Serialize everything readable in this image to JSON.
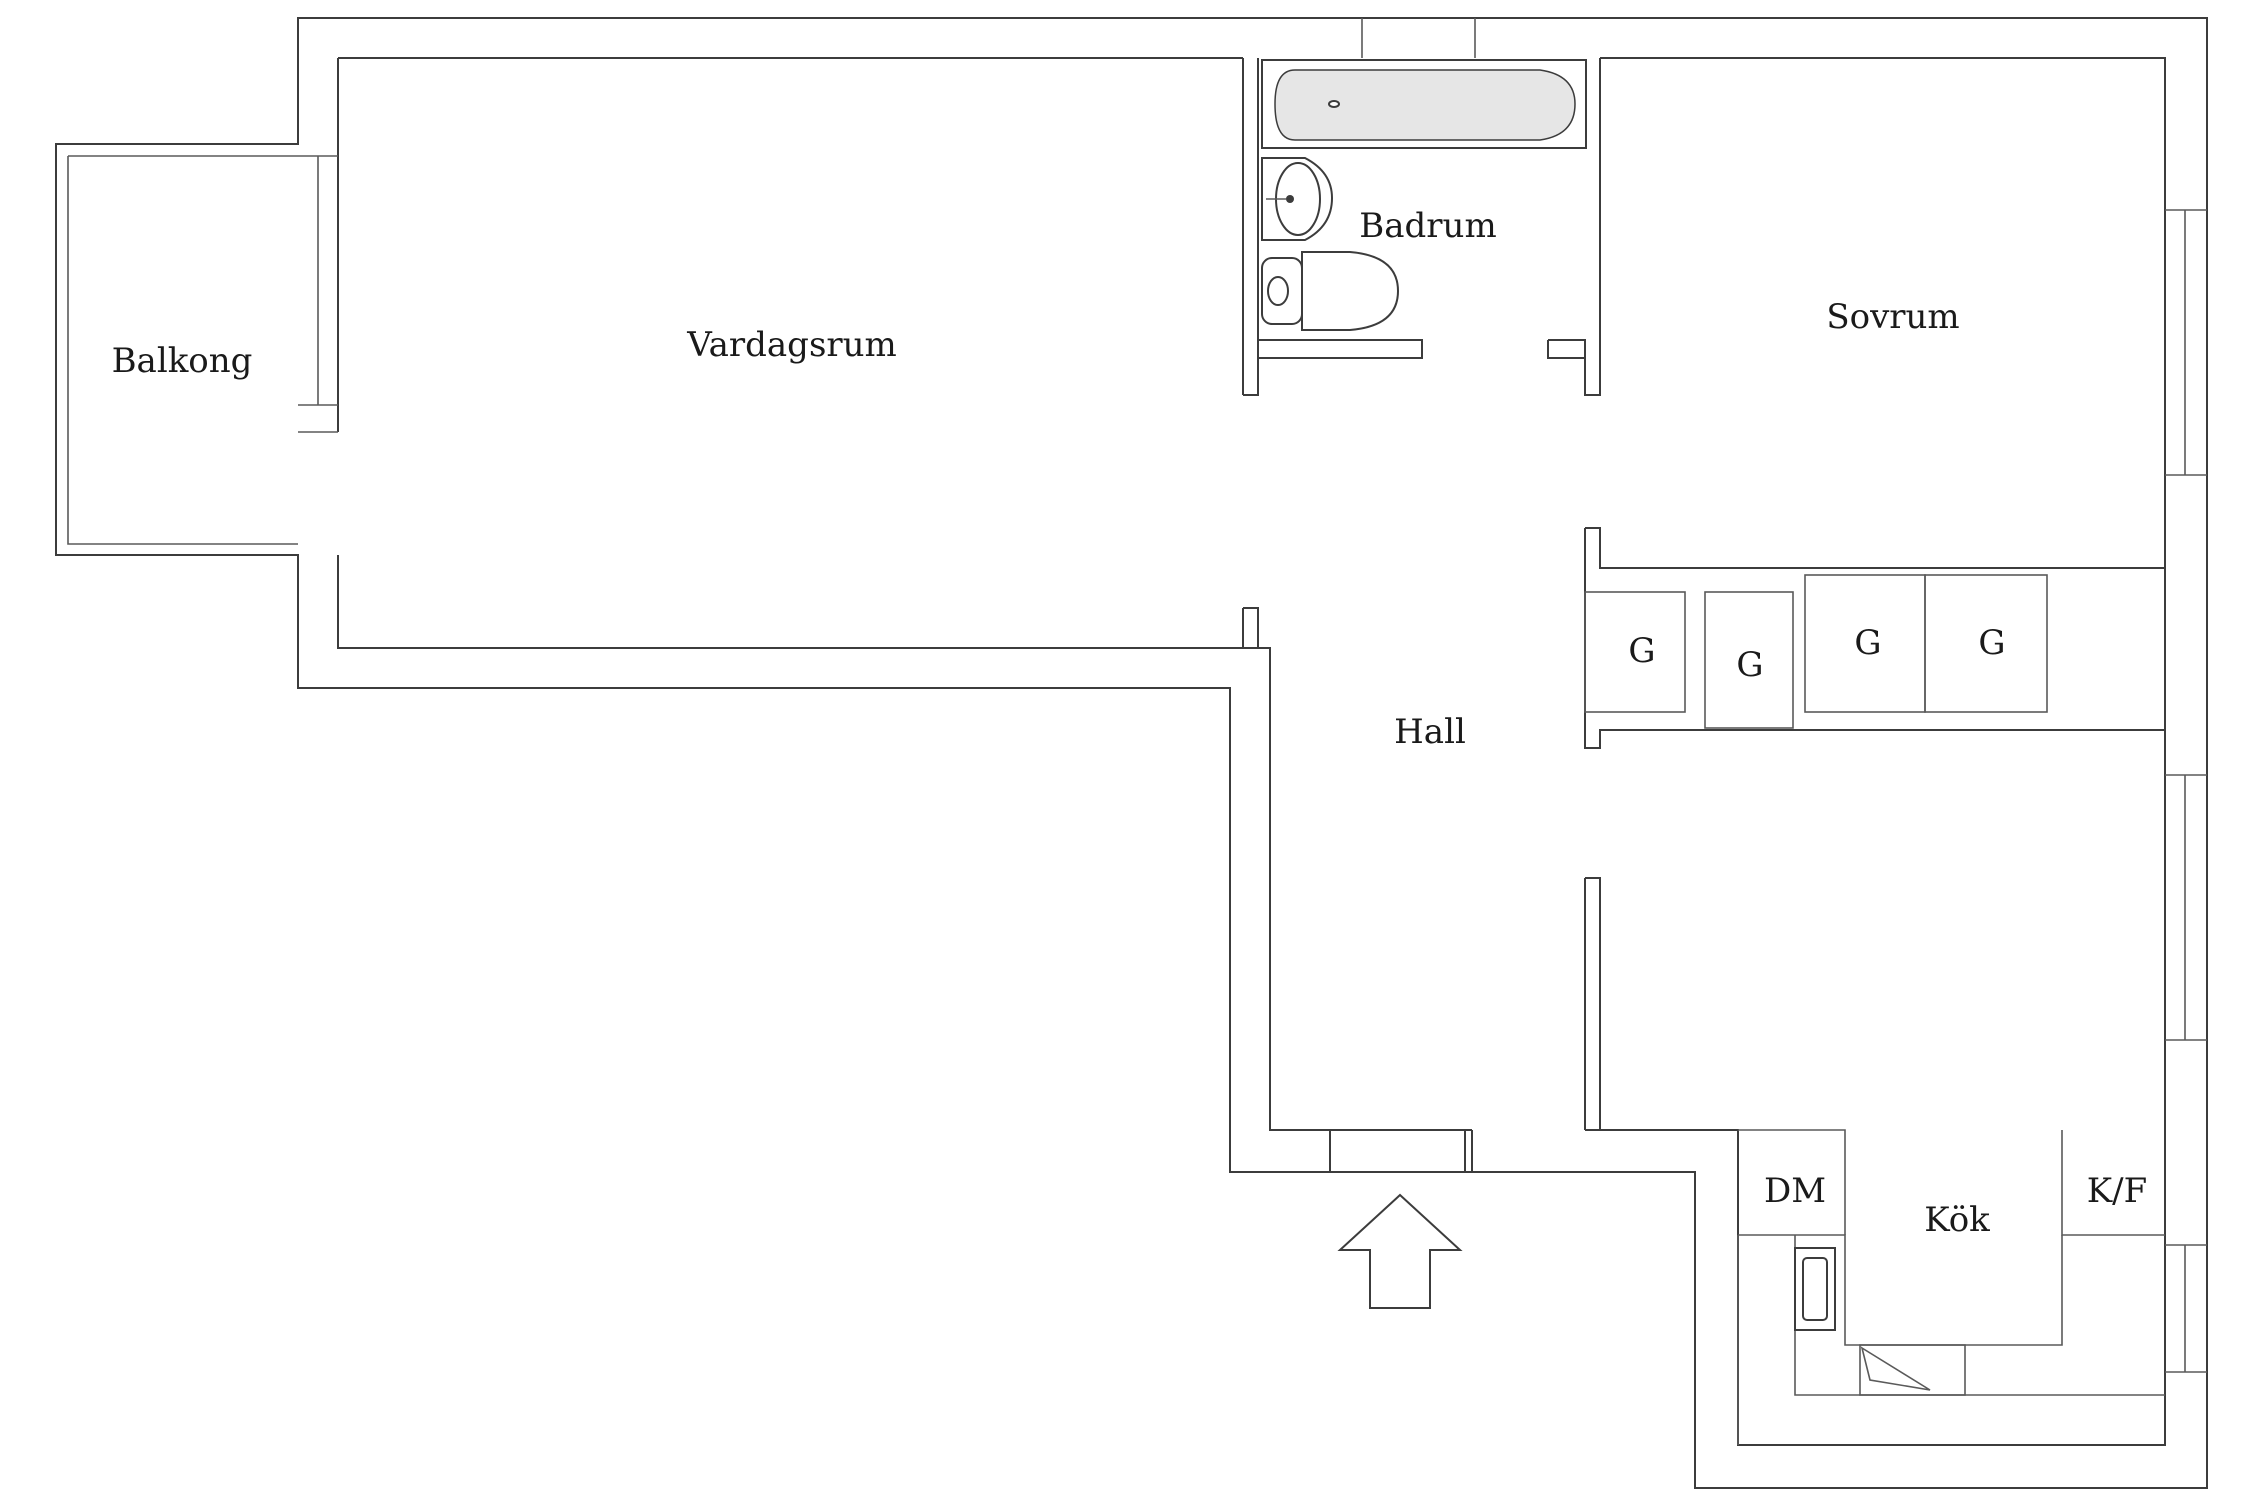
{
  "rooms": {
    "balkong": "Balkong",
    "vardagsrum": "Vardagsrum",
    "badrum": "Badrum",
    "sovrum": "Sovrum",
    "hall": "Hall",
    "kok": "Kök"
  },
  "storage": {
    "g1": "G",
    "g2": "G",
    "g3": "G",
    "g4": "G"
  },
  "kitchen": {
    "dm": "DM",
    "kf": "K/F"
  },
  "entrance": {
    "icon": "entrance-arrow-icon"
  }
}
